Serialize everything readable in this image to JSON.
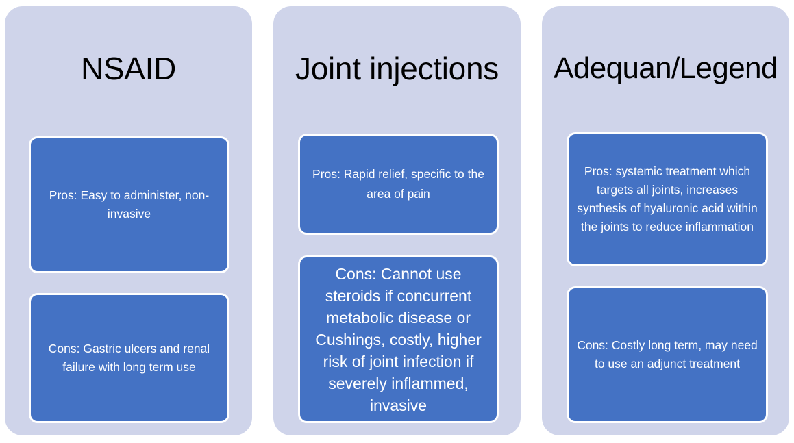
{
  "colors": {
    "column_background": "#CFD4EA",
    "item_background": "#4472C4",
    "item_border": "#FFFFFF",
    "title_text": "#000000",
    "item_text": "#FFFFFF",
    "page_background": "#FFFFFF"
  },
  "columns": [
    {
      "title": "NSAID",
      "items": [
        {
          "kind": "pros",
          "text": "Pros: Easy to administer, non-invasive"
        },
        {
          "kind": "cons",
          "text": "Cons: Gastric ulcers and renal failure with long term use"
        }
      ]
    },
    {
      "title": "Joint injections",
      "items": [
        {
          "kind": "pros",
          "text": "Pros: Rapid relief, specific to the area of pain"
        },
        {
          "kind": "cons",
          "text": "Cons: Cannot use steroids if concurrent metabolic disease or Cushings, costly, higher risk of joint infection if severely inflammed, invasive"
        }
      ]
    },
    {
      "title": "Adequan/Legend",
      "items": [
        {
          "kind": "pros",
          "text": "Pros: systemic treatment which targets all joints, increases synthesis of hyaluronic acid within the joints to reduce inflammation"
        },
        {
          "kind": "cons",
          "text": "Cons: Costly long term, may need to use an adjunct treatment"
        }
      ]
    }
  ]
}
